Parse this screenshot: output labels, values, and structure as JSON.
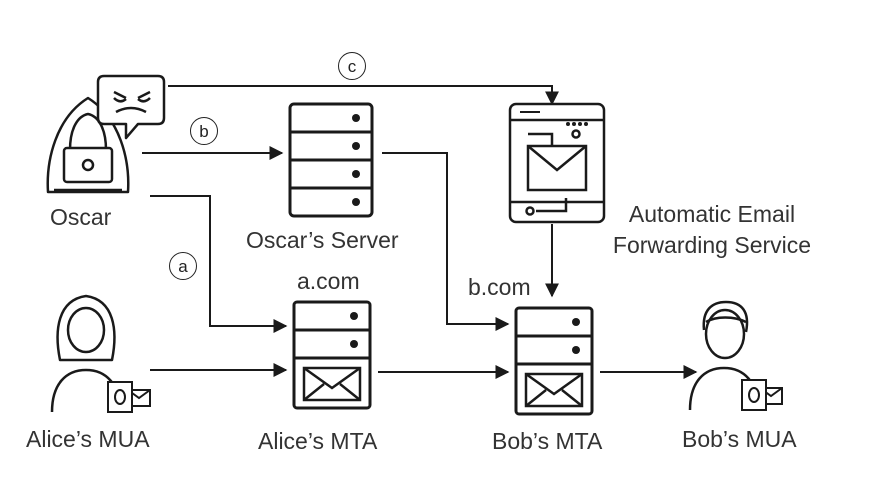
{
  "nodes": {
    "oscar": "Oscar",
    "oscar_server": "Oscar’s Server",
    "forwarding_service_line1": "Automatic Email",
    "forwarding_service_line2": "Forwarding Service",
    "alice_mua": "Alice’s MUA",
    "alice_mta": "Alice’s MTA",
    "bob_mta": "Bob’s MTA",
    "bob_mua": "Bob’s MUA"
  },
  "domains": {
    "alice": "a.com",
    "bob": "b.com"
  },
  "steps": {
    "a": "a",
    "b": "b",
    "c": "c"
  },
  "colors": {
    "stroke": "#1a1a1a",
    "label": "#333333",
    "background": "#ffffff"
  },
  "icons": [
    "hacker-icon",
    "angry-speech-bubble-icon",
    "server-icon",
    "mail-server-icon",
    "phone-mail-app-icon",
    "woman-user-icon",
    "man-user-icon",
    "outlook-icon"
  ]
}
